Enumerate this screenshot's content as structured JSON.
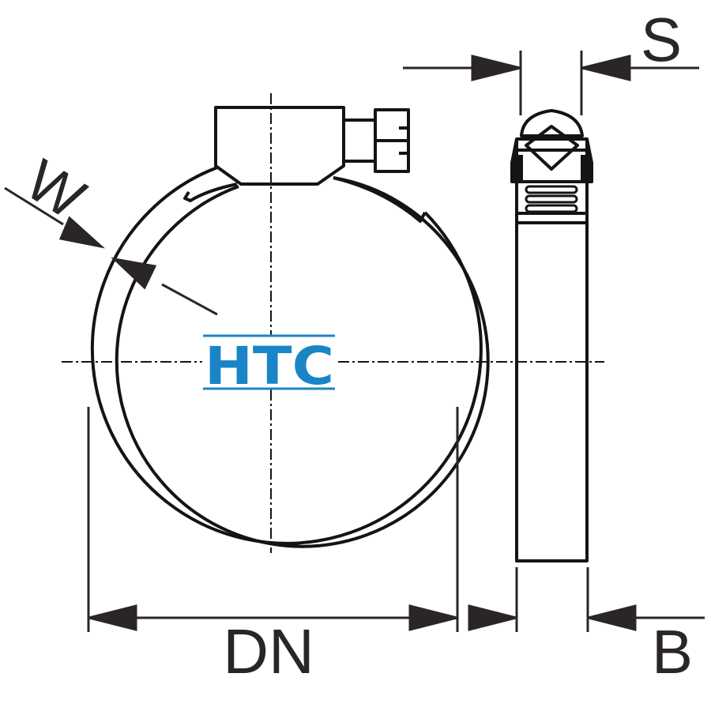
{
  "labels": {
    "width": "W",
    "screw_size": "S",
    "nominal_diameter": "DN",
    "band_width": "B"
  },
  "logo": {
    "text": "HTC",
    "color": "#1a85c6"
  },
  "colors": {
    "line": "#151313",
    "dimension": "#2b2626"
  },
  "icons": {
    "arrowheads": "filled-triangle-icon"
  }
}
